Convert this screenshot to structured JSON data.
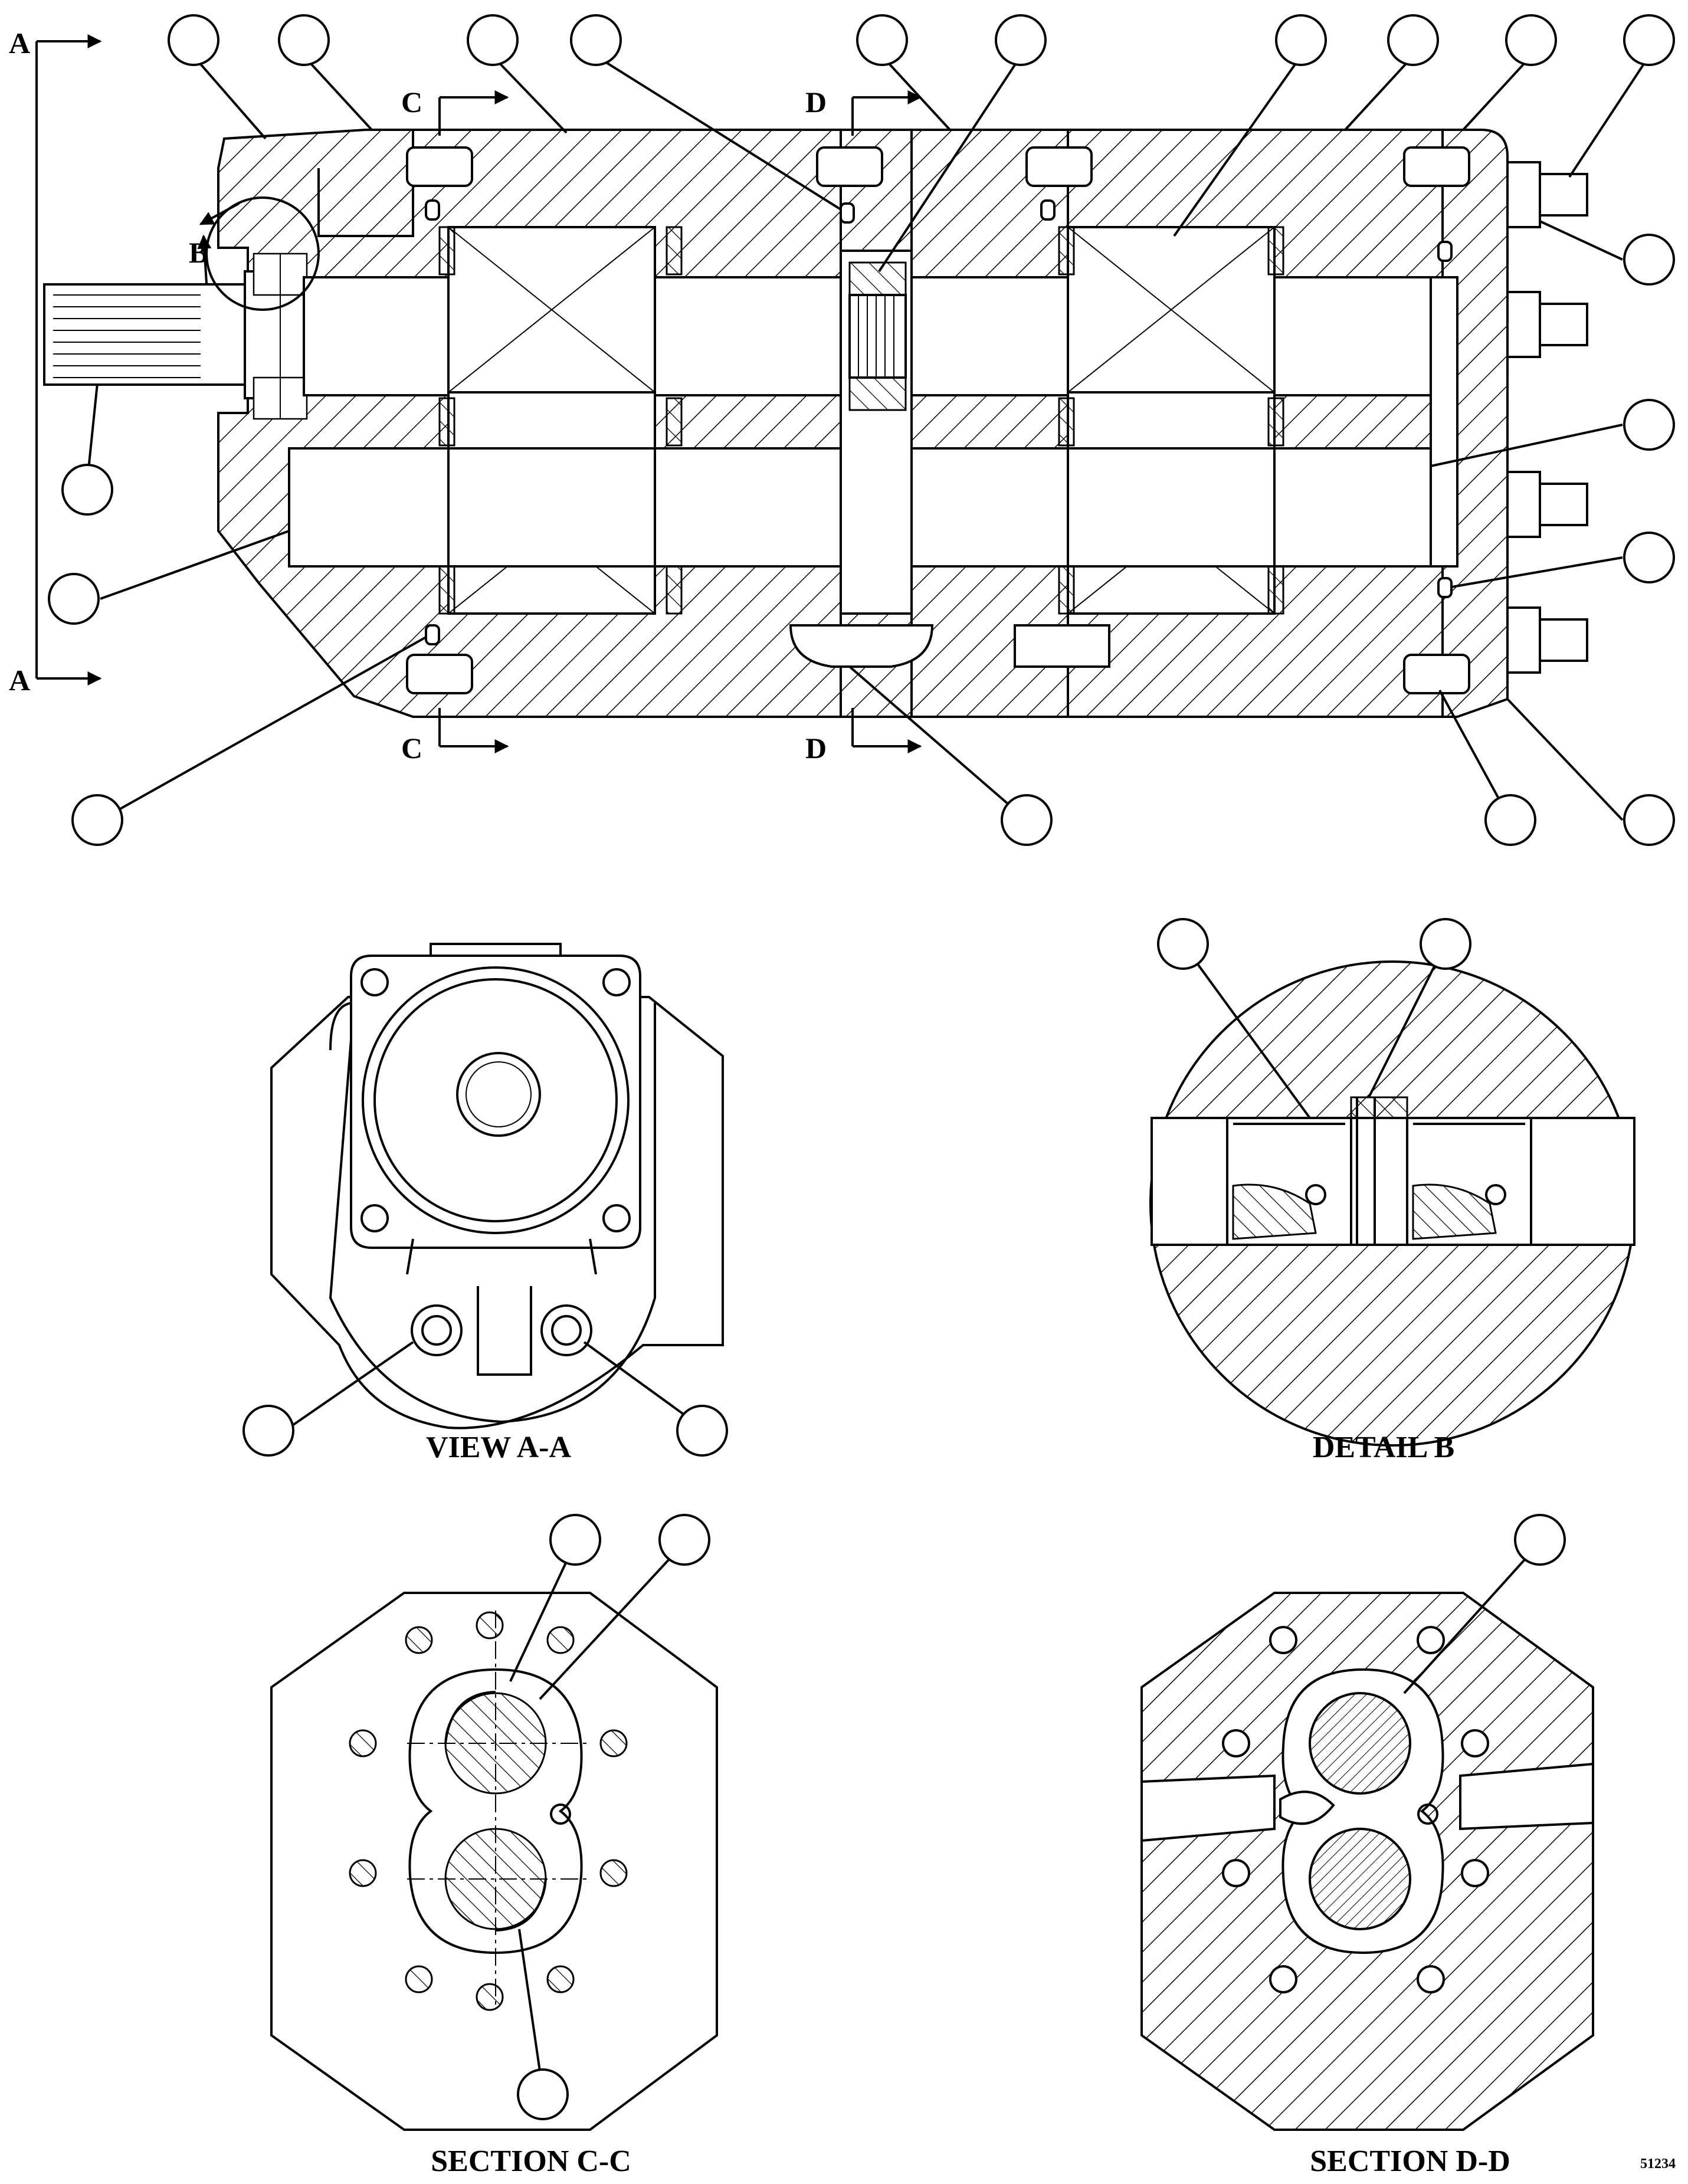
{
  "section_markers": {
    "a_top": "A",
    "a_bottom": "A",
    "b": "B",
    "c_top": "C",
    "c_bottom": "C",
    "d_top": "D",
    "d_bottom": "D"
  },
  "view_titles": {
    "view_a_a": "VIEW A-A",
    "detail_b": "DETAIL B",
    "section_c_c": "SECTION C-C",
    "section_d_d": "SECTION D-D"
  },
  "drawing_number": "51234",
  "callout_bubbles": [
    {
      "label": ""
    },
    {
      "label": ""
    },
    {
      "label": ""
    },
    {
      "label": ""
    },
    {
      "label": ""
    },
    {
      "label": ""
    },
    {
      "label": ""
    },
    {
      "label": ""
    },
    {
      "label": ""
    },
    {
      "label": ""
    },
    {
      "label": ""
    },
    {
      "label": ""
    },
    {
      "label": ""
    },
    {
      "label": ""
    },
    {
      "label": ""
    },
    {
      "label": ""
    },
    {
      "label": ""
    },
    {
      "label": ""
    },
    {
      "label": ""
    },
    {
      "label": ""
    },
    {
      "label": ""
    },
    {
      "label": ""
    },
    {
      "label": ""
    },
    {
      "label": ""
    },
    {
      "label": ""
    },
    {
      "label": ""
    },
    {
      "label": ""
    },
    {
      "label": ""
    },
    {
      "label": ""
    }
  ]
}
